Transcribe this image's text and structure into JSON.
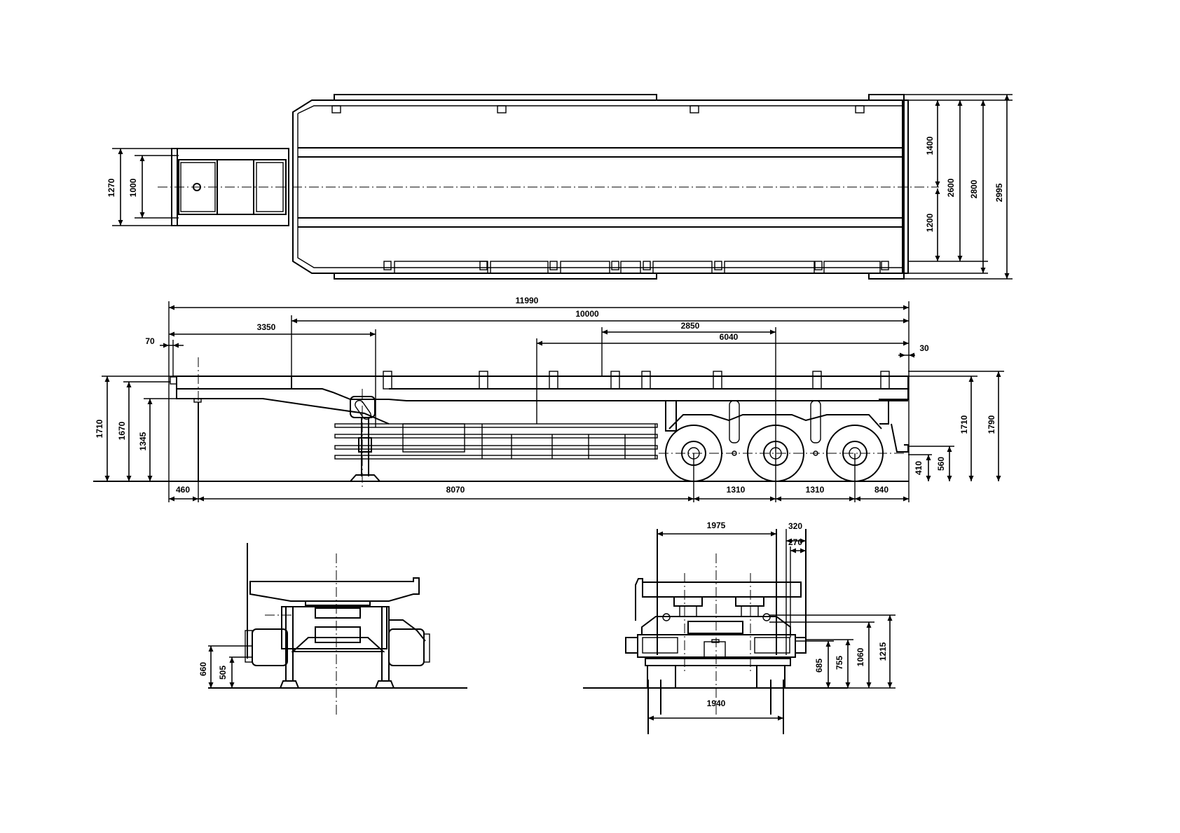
{
  "title": "Semi-trailer general arrangement drawing",
  "top_view": {
    "gooseneck_width": "1270",
    "kingpin_plate_width": "1000",
    "half_width_upper": "1400",
    "half_width_lower": "1200",
    "deck_width": "2600",
    "width_with_outriggers": "2800",
    "overall_width": "2995"
  },
  "side_view": {
    "overall_length": "11990",
    "deck_length": "10000",
    "gooseneck_length": "3350",
    "kingpin_to_front_axle": "2850",
    "rear_section_length": "6040",
    "front_overhang": "70",
    "rear_overhang": "30",
    "front_height": "1710",
    "coupling_height": "1670",
    "gooseneck_bottom_height": "1345",
    "deck_height": "1710",
    "overall_height": "1790",
    "rear_bumper_height": "410",
    "rear_light_height": "560",
    "kingpin_offset": "460",
    "kingpin_to_first_axle": "8070",
    "axle_spacing_1": "1310",
    "axle_spacing_2": "1310",
    "rear_axle_overhang": "840"
  },
  "front_view": {
    "support_height": "660",
    "foot_height": "505"
  },
  "rear_view": {
    "track_width_top": "1975",
    "side_offset_outer": "320",
    "side_offset_inner": "270",
    "bumper_height": "685",
    "light_height": "755",
    "frame_height": "1060",
    "upper_height": "1215",
    "track_width": "1940"
  }
}
